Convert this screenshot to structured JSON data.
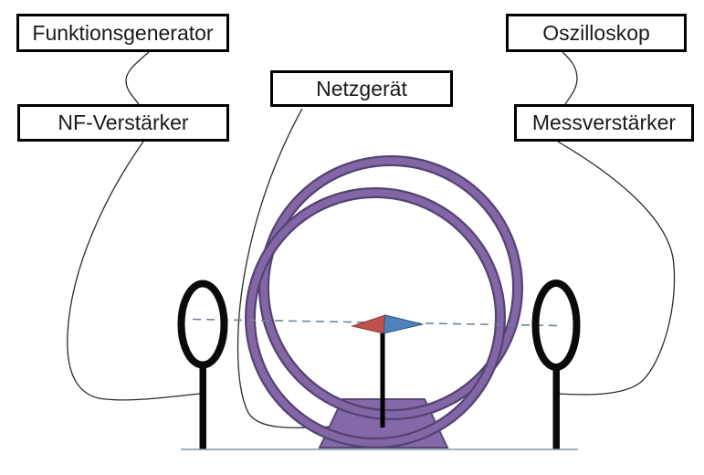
{
  "boxes": {
    "funktionsgenerator": {
      "label": "Funktionsgenerator"
    },
    "nf_verstaerker": {
      "label": "NF-Verstärker"
    },
    "netzgeraet": {
      "label": "Netzgerät"
    },
    "oszilloskop": {
      "label": "Oszilloskop"
    },
    "messverstaerker": {
      "label": "Messverstärker"
    }
  },
  "diagram": {
    "type": "experiment-setup",
    "components": [
      "field-coil (large purple double winding on stand)",
      "compass-needle (red-blue) on pivot stand at coil center",
      "left pickup loop on stand",
      "right pickup loop on stand",
      "dashed axis line through coil center",
      "bench baseline",
      "curved connection wires from each labeled device"
    ]
  },
  "colors": {
    "canvas_bg": "#ffffff",
    "coil_fill": "#8266a6",
    "coil_edge": "#554372",
    "base_fill": "#8468a8",
    "base_edge": "#5a4875",
    "needle_red": "#c0504d",
    "needle_red_edge": "#8c3836",
    "needle_blue": "#4f81bd",
    "needle_blue_edge": "#35567d",
    "wire": "#2a2a2a",
    "loop_black": "#0a0a0a",
    "dash": "#6e8399",
    "baseline": "#7f95a9"
  }
}
